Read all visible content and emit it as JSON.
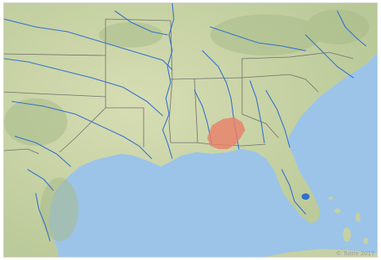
{
  "map": {
    "land_color": "#c7d3a8",
    "land_dark_color": "#a9bc8a",
    "water_color": "#9cc4e8",
    "river_color": "#2f6fd0",
    "border_color": "#6c6c6c",
    "range_color": "#e8806b",
    "icons": [
      "river-network",
      "state-borders",
      "species-range-highlight"
    ]
  },
  "credit": {
    "text": "© Tuttle 2017"
  }
}
